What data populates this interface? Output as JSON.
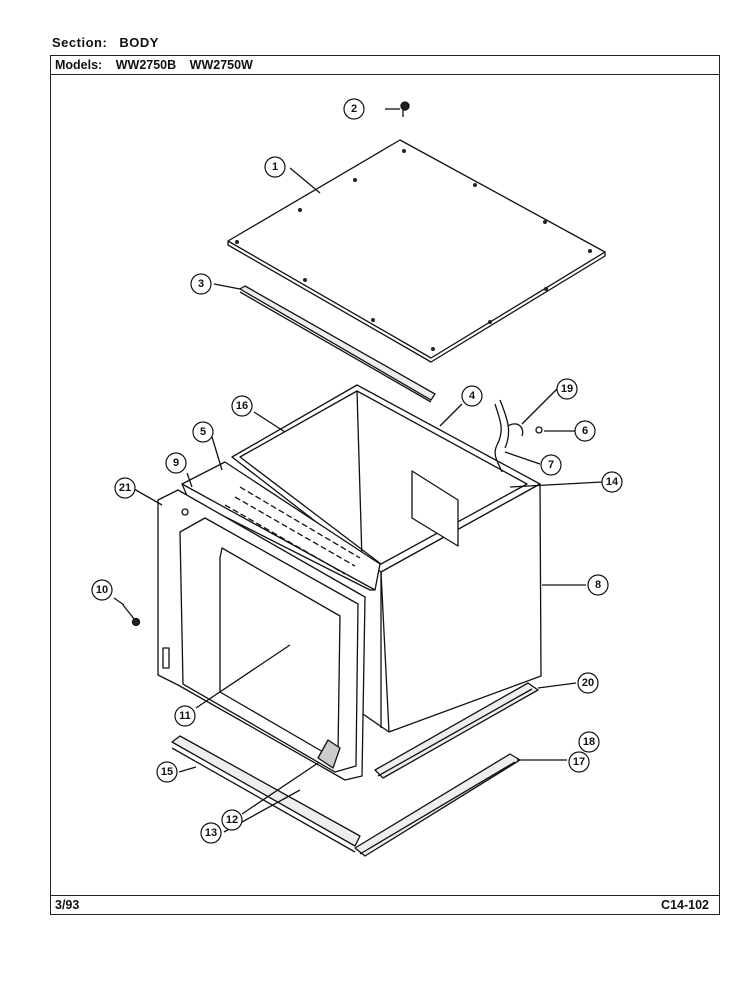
{
  "header": {
    "section_label": "Section:",
    "section_value": "BODY",
    "models_label": "Models:",
    "models": [
      "WW2750B",
      "WW2750W"
    ]
  },
  "footer": {
    "date": "3/93",
    "code": "C14-102"
  },
  "callouts": [
    "1",
    "2",
    "3",
    "4",
    "5",
    "6",
    "7",
    "8",
    "9",
    "10",
    "11",
    "12",
    "13",
    "14",
    "15",
    "16",
    "17",
    "18",
    "19",
    "20",
    "21"
  ]
}
